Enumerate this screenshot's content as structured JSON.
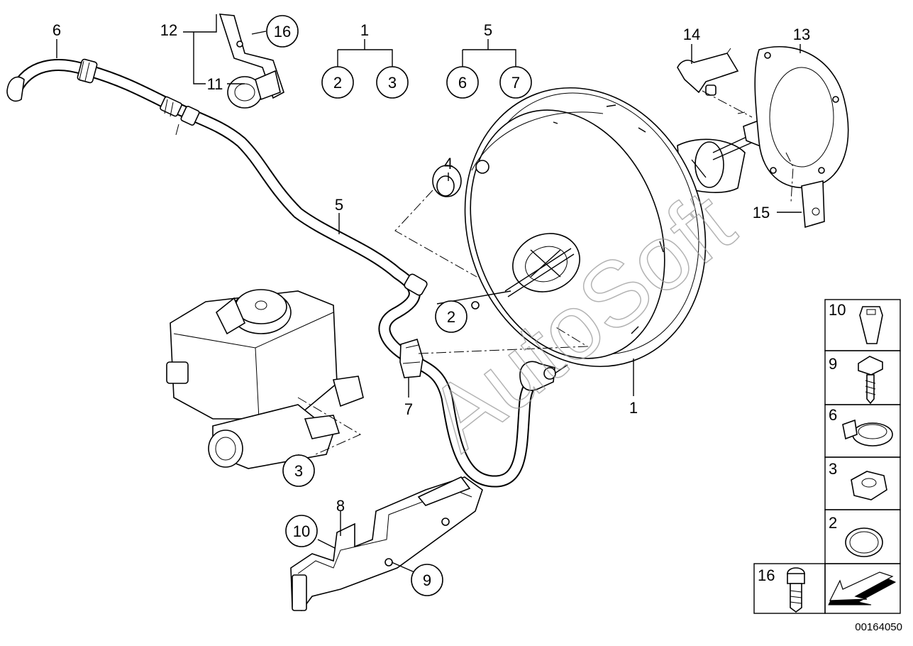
{
  "watermark": "AutoSoft",
  "document_number": "00164050",
  "callouts": {
    "c1": "1",
    "c2": "2",
    "c3": "3",
    "c4": "4",
    "c5": "5",
    "c6": "6",
    "c7": "7",
    "c8": "8",
    "c9": "9",
    "c10": "10",
    "c11": "11",
    "c12": "12",
    "c13": "13",
    "c14": "14",
    "c15": "15",
    "c16": "16"
  },
  "kit_groups": {
    "kit1": {
      "parent": "1",
      "children": [
        "2",
        "3"
      ]
    },
    "kit5": {
      "parent": "5",
      "children": [
        "6",
        "7"
      ]
    }
  },
  "hardware_panel": [
    "10",
    "9",
    "6",
    "3",
    "2",
    "16"
  ]
}
